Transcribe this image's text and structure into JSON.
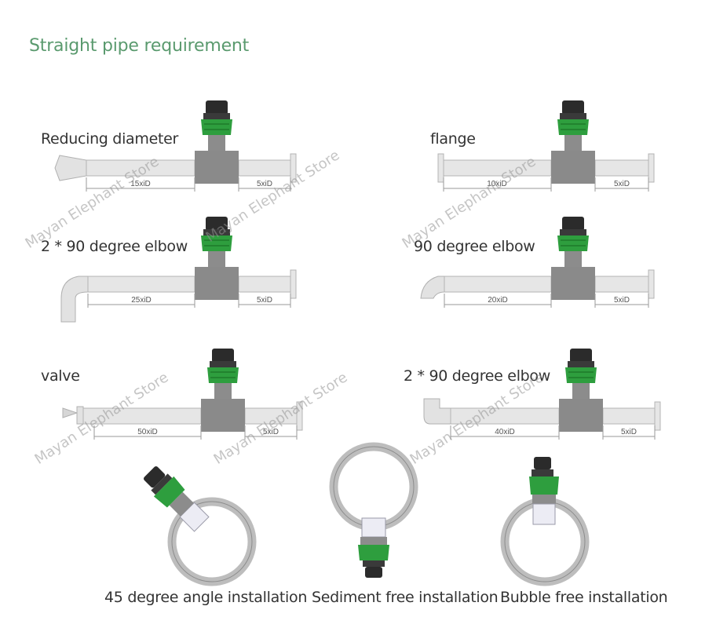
{
  "title": "Straight pipe requirement",
  "configs": [
    {
      "label": "Reducing diameter",
      "upstream": "15xiD",
      "downstream": "5xiD"
    },
    {
      "label": "flange",
      "upstream": "10xiD",
      "downstream": "5xiD"
    },
    {
      "label": "2 * 90 degree elbow",
      "upstream": "25xiD",
      "downstream": "5xiD"
    },
    {
      "label": "90 degree elbow",
      "upstream": "20xiD",
      "downstream": "5xiD"
    },
    {
      "label": "valve",
      "upstream": "50xiD",
      "downstream": "5xiD"
    },
    {
      "label": "2 * 90 degree elbow",
      "upstream": "40xiD",
      "downstream": "5xiD"
    }
  ],
  "installations": [
    {
      "caption": "45 degree angle installation"
    },
    {
      "caption": "Sediment free installation"
    },
    {
      "caption": "Bubble free installation"
    }
  ],
  "watermark": "Mayan Elephant Store",
  "colors": {
    "title": "#5a9a6e",
    "sensor_green": "#2e9e3e",
    "body_gray": "#8a8a8a",
    "pipe": "#e6e6e6"
  }
}
